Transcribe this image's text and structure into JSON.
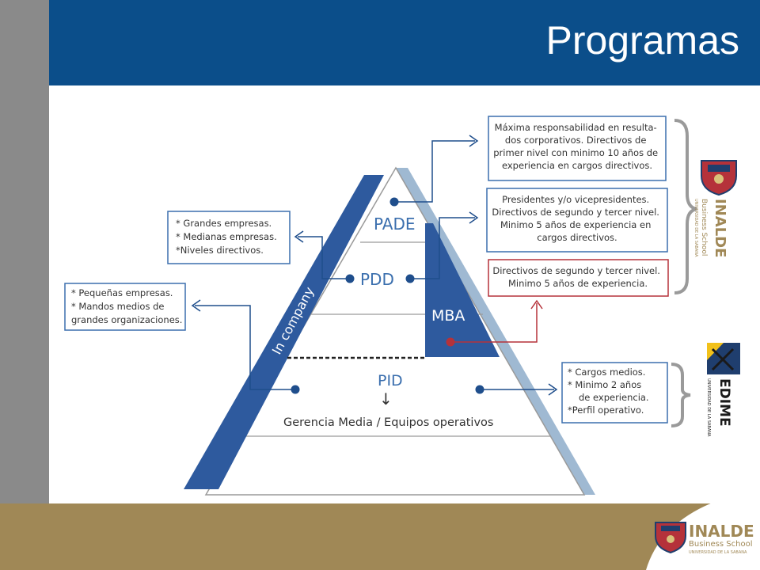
{
  "header": {
    "title": "Programas"
  },
  "colors": {
    "header": "#0b4e8a",
    "rail": "#8a8a8a",
    "footer": "#a08856",
    "pyramid_blue": "#2e5a9e",
    "pyramid_light": "#9fb9d2",
    "text_blue": "#3b6fae",
    "box_red": "#b5323a"
  },
  "pyramid": {
    "levels": [
      "PADE",
      "PDD",
      "MBA",
      "PID"
    ],
    "side_label": "In company",
    "base_label": "Gerencia Media / Equipos operativos",
    "arrow_glyph": "↓"
  },
  "right_boxes": [
    [
      "Máxima responsabilidad en resulta-",
      "dos corporativos. Directivos de",
      "primer nivel con minimo 10 años de",
      "experiencia en cargos directivos."
    ],
    [
      "Presidentes y/o vicepresidentes.",
      "Directivos de segundo y tercer nivel.",
      "Minimo 5 años de experiencia en",
      "cargos directivos."
    ],
    [
      "Directivos de segundo y tercer nivel.",
      "Minimo 5 años de experiencia."
    ],
    [
      "* Cargos medios.",
      "* Minimo 2 años",
      "de experiencia.",
      "*Perfil operativo."
    ]
  ],
  "left_boxes": [
    [
      "* Grandes empresas.",
      "* Medianas empresas.",
      "*Niveles directivos."
    ],
    [
      "* Pequeñas empresas.",
      "* Mandos medios de",
      "grandes organizaciones."
    ]
  ],
  "logos": {
    "inalde_name": "INALDE",
    "inalde_sub": "Business School",
    "inalde_univ": "UNIVERSIDAD DE LA SABANA",
    "edime_name": "EDIME",
    "edime_sub": "UNIVERSIDAD DE LA SABANA"
  }
}
